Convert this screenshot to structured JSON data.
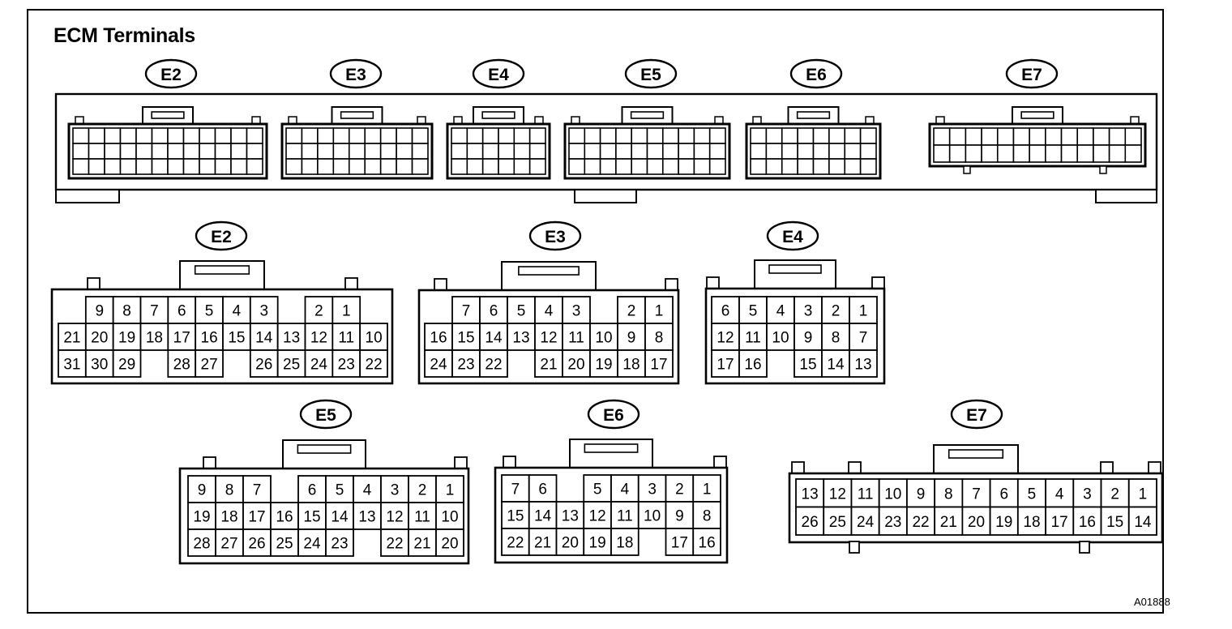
{
  "title": "ECM Terminals",
  "reference_code": "A01888",
  "overview": {
    "connectors": [
      {
        "id": "E2",
        "label": "E2"
      },
      {
        "id": "E3",
        "label": "E3"
      },
      {
        "id": "E4",
        "label": "E4"
      },
      {
        "id": "E5",
        "label": "E5"
      },
      {
        "id": "E6",
        "label": "E6"
      },
      {
        "id": "E7",
        "label": "E7"
      }
    ]
  },
  "pinouts": [
    {
      "id": "E2",
      "label": "E2",
      "rows": [
        [
          "",
          "9",
          "8",
          "7",
          "6",
          "5",
          "4",
          "3",
          "",
          "2",
          "1",
          ""
        ],
        [
          "21",
          "20",
          "19",
          "18",
          "17",
          "16",
          "15",
          "14",
          "13",
          "12",
          "11",
          "10"
        ],
        [
          "31",
          "30",
          "29",
          "",
          "28",
          "27",
          "",
          "26",
          "25",
          "24",
          "23",
          "22"
        ]
      ]
    },
    {
      "id": "E3",
      "label": "E3",
      "rows": [
        [
          "",
          "7",
          "6",
          "5",
          "4",
          "3",
          "",
          "2",
          "1"
        ],
        [
          "16",
          "15",
          "14",
          "13",
          "12",
          "11",
          "10",
          "9",
          "8"
        ],
        [
          "24",
          "23",
          "22",
          "",
          "21",
          "20",
          "19",
          "18",
          "17"
        ]
      ]
    },
    {
      "id": "E4",
      "label": "E4",
      "rows": [
        [
          "6",
          "5",
          "4",
          "3",
          "2",
          "1"
        ],
        [
          "12",
          "11",
          "10",
          "9",
          "8",
          "7"
        ],
        [
          "17",
          "16",
          "",
          "15",
          "14",
          "13"
        ]
      ]
    },
    {
      "id": "E5",
      "label": "E5",
      "rows": [
        [
          "9",
          "8",
          "7",
          "",
          "6",
          "5",
          "4",
          "3",
          "2",
          "1"
        ],
        [
          "19",
          "18",
          "17",
          "16",
          "15",
          "14",
          "13",
          "12",
          "11",
          "10"
        ],
        [
          "28",
          "27",
          "26",
          "25",
          "24",
          "23",
          "",
          "22",
          "21",
          "20"
        ]
      ]
    },
    {
      "id": "E6",
      "label": "E6",
      "rows": [
        [
          "7",
          "6",
          "",
          "5",
          "4",
          "3",
          "2",
          "1"
        ],
        [
          "15",
          "14",
          "13",
          "12",
          "11",
          "10",
          "9",
          "8"
        ],
        [
          "22",
          "21",
          "20",
          "19",
          "18",
          "",
          "17",
          "16"
        ]
      ]
    },
    {
      "id": "E7",
      "label": "E7",
      "rows": [
        [
          "13",
          "12",
          "11",
          "10",
          "9",
          "8",
          "7",
          "6",
          "5",
          "4",
          "3",
          "2",
          "1"
        ],
        [
          "26",
          "25",
          "24",
          "23",
          "22",
          "21",
          "20",
          "19",
          "18",
          "17",
          "16",
          "15",
          "14"
        ]
      ]
    }
  ]
}
